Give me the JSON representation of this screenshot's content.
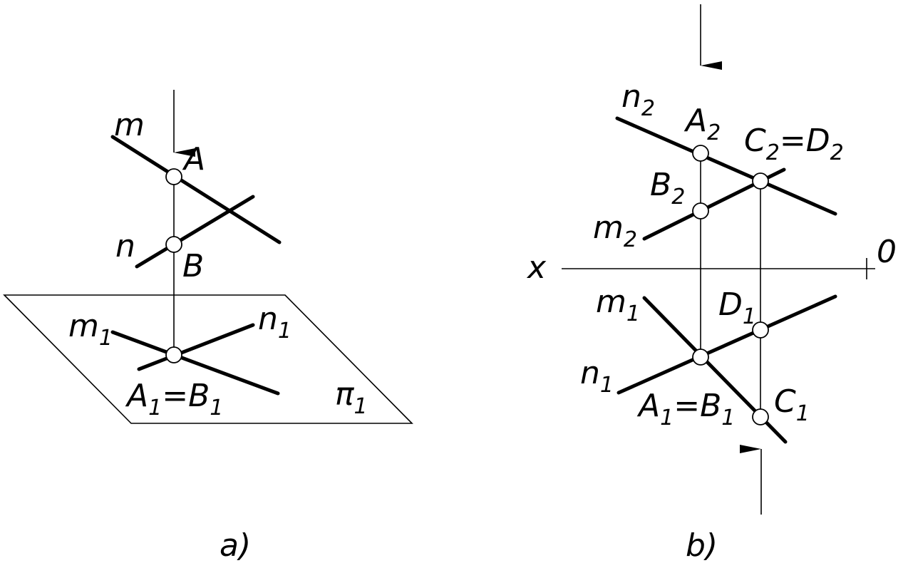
{
  "figure_a": {
    "caption": "a)",
    "labels": {
      "m": "m",
      "n": "n",
      "A": "A",
      "B": "B",
      "m1_base": "m",
      "m1_sub": "1",
      "n1_base": "n",
      "n1_sub": "1",
      "A1": "A",
      "A1_sub": "1",
      "eq": "=",
      "B1": "B",
      "B1_sub": "1",
      "pi_base": "π",
      "pi_sub": "1"
    }
  },
  "figure_b": {
    "caption": "b)",
    "labels": {
      "n2_base": "n",
      "n2_sub": "2",
      "A2_base": "A",
      "A2_sub": "2",
      "C2_base": "C",
      "C2_sub": "2",
      "eq": "=",
      "D2_base": "D",
      "D2_sub": "2",
      "B2_base": "B",
      "B2_sub": "2",
      "m2_base": "m",
      "m2_sub": "2",
      "x": "x",
      "o": "0",
      "m1_base": "m",
      "m1_sub": "1",
      "D1_base": "D",
      "D1_sub": "1",
      "n1_base": "n",
      "n1_sub": "1",
      "A1_base": "A",
      "A1_sub": "1",
      "eq2": "=",
      "B1_base": "B",
      "B1_sub": "1",
      "C1_base": "C",
      "C1_sub": "1"
    }
  }
}
